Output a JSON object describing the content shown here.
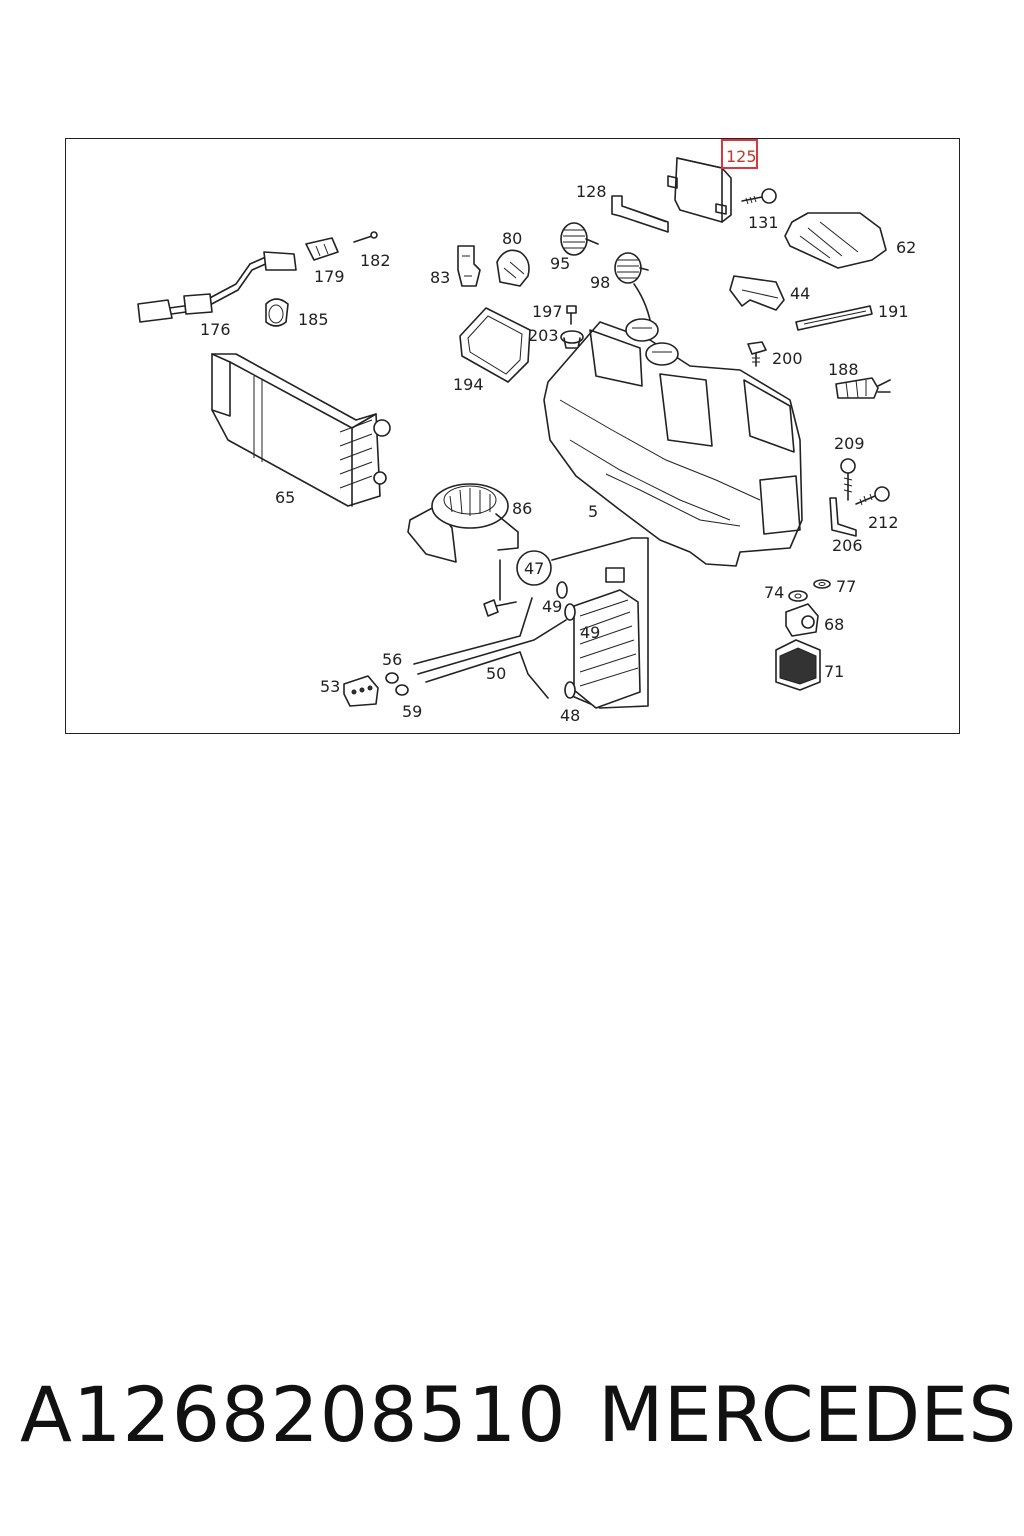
{
  "diagram": {
    "highlighted_callout": "125",
    "callouts": [
      {
        "id": "125",
        "label": "125",
        "highlight": true
      },
      {
        "id": "128",
        "label": "128"
      },
      {
        "id": "131",
        "label": "131"
      },
      {
        "id": "62",
        "label": "62"
      },
      {
        "id": "80",
        "label": "80"
      },
      {
        "id": "95",
        "label": "95"
      },
      {
        "id": "98",
        "label": "98"
      },
      {
        "id": "83",
        "label": "83"
      },
      {
        "id": "44",
        "label": "44"
      },
      {
        "id": "179",
        "label": "179"
      },
      {
        "id": "182",
        "label": "182"
      },
      {
        "id": "176",
        "label": "176"
      },
      {
        "id": "185",
        "label": "185"
      },
      {
        "id": "197",
        "label": "197"
      },
      {
        "id": "203",
        "label": "203"
      },
      {
        "id": "191",
        "label": "191"
      },
      {
        "id": "200",
        "label": "200"
      },
      {
        "id": "194",
        "label": "194"
      },
      {
        "id": "188",
        "label": "188"
      },
      {
        "id": "209",
        "label": "209"
      },
      {
        "id": "65",
        "label": "65"
      },
      {
        "id": "86",
        "label": "86"
      },
      {
        "id": "5",
        "label": "5"
      },
      {
        "id": "212",
        "label": "212"
      },
      {
        "id": "206",
        "label": "206"
      },
      {
        "id": "47",
        "label": "47"
      },
      {
        "id": "49a",
        "label": "49"
      },
      {
        "id": "49b",
        "label": "49"
      },
      {
        "id": "74",
        "label": "74"
      },
      {
        "id": "77",
        "label": "77"
      },
      {
        "id": "68",
        "label": "68"
      },
      {
        "id": "56",
        "label": "56"
      },
      {
        "id": "50",
        "label": "50"
      },
      {
        "id": "53",
        "label": "53"
      },
      {
        "id": "59",
        "label": "59"
      },
      {
        "id": "48",
        "label": "48"
      },
      {
        "id": "71",
        "label": "71"
      }
    ]
  },
  "footer": {
    "part_number": "A1268208510",
    "brand": "MERCEDES"
  }
}
